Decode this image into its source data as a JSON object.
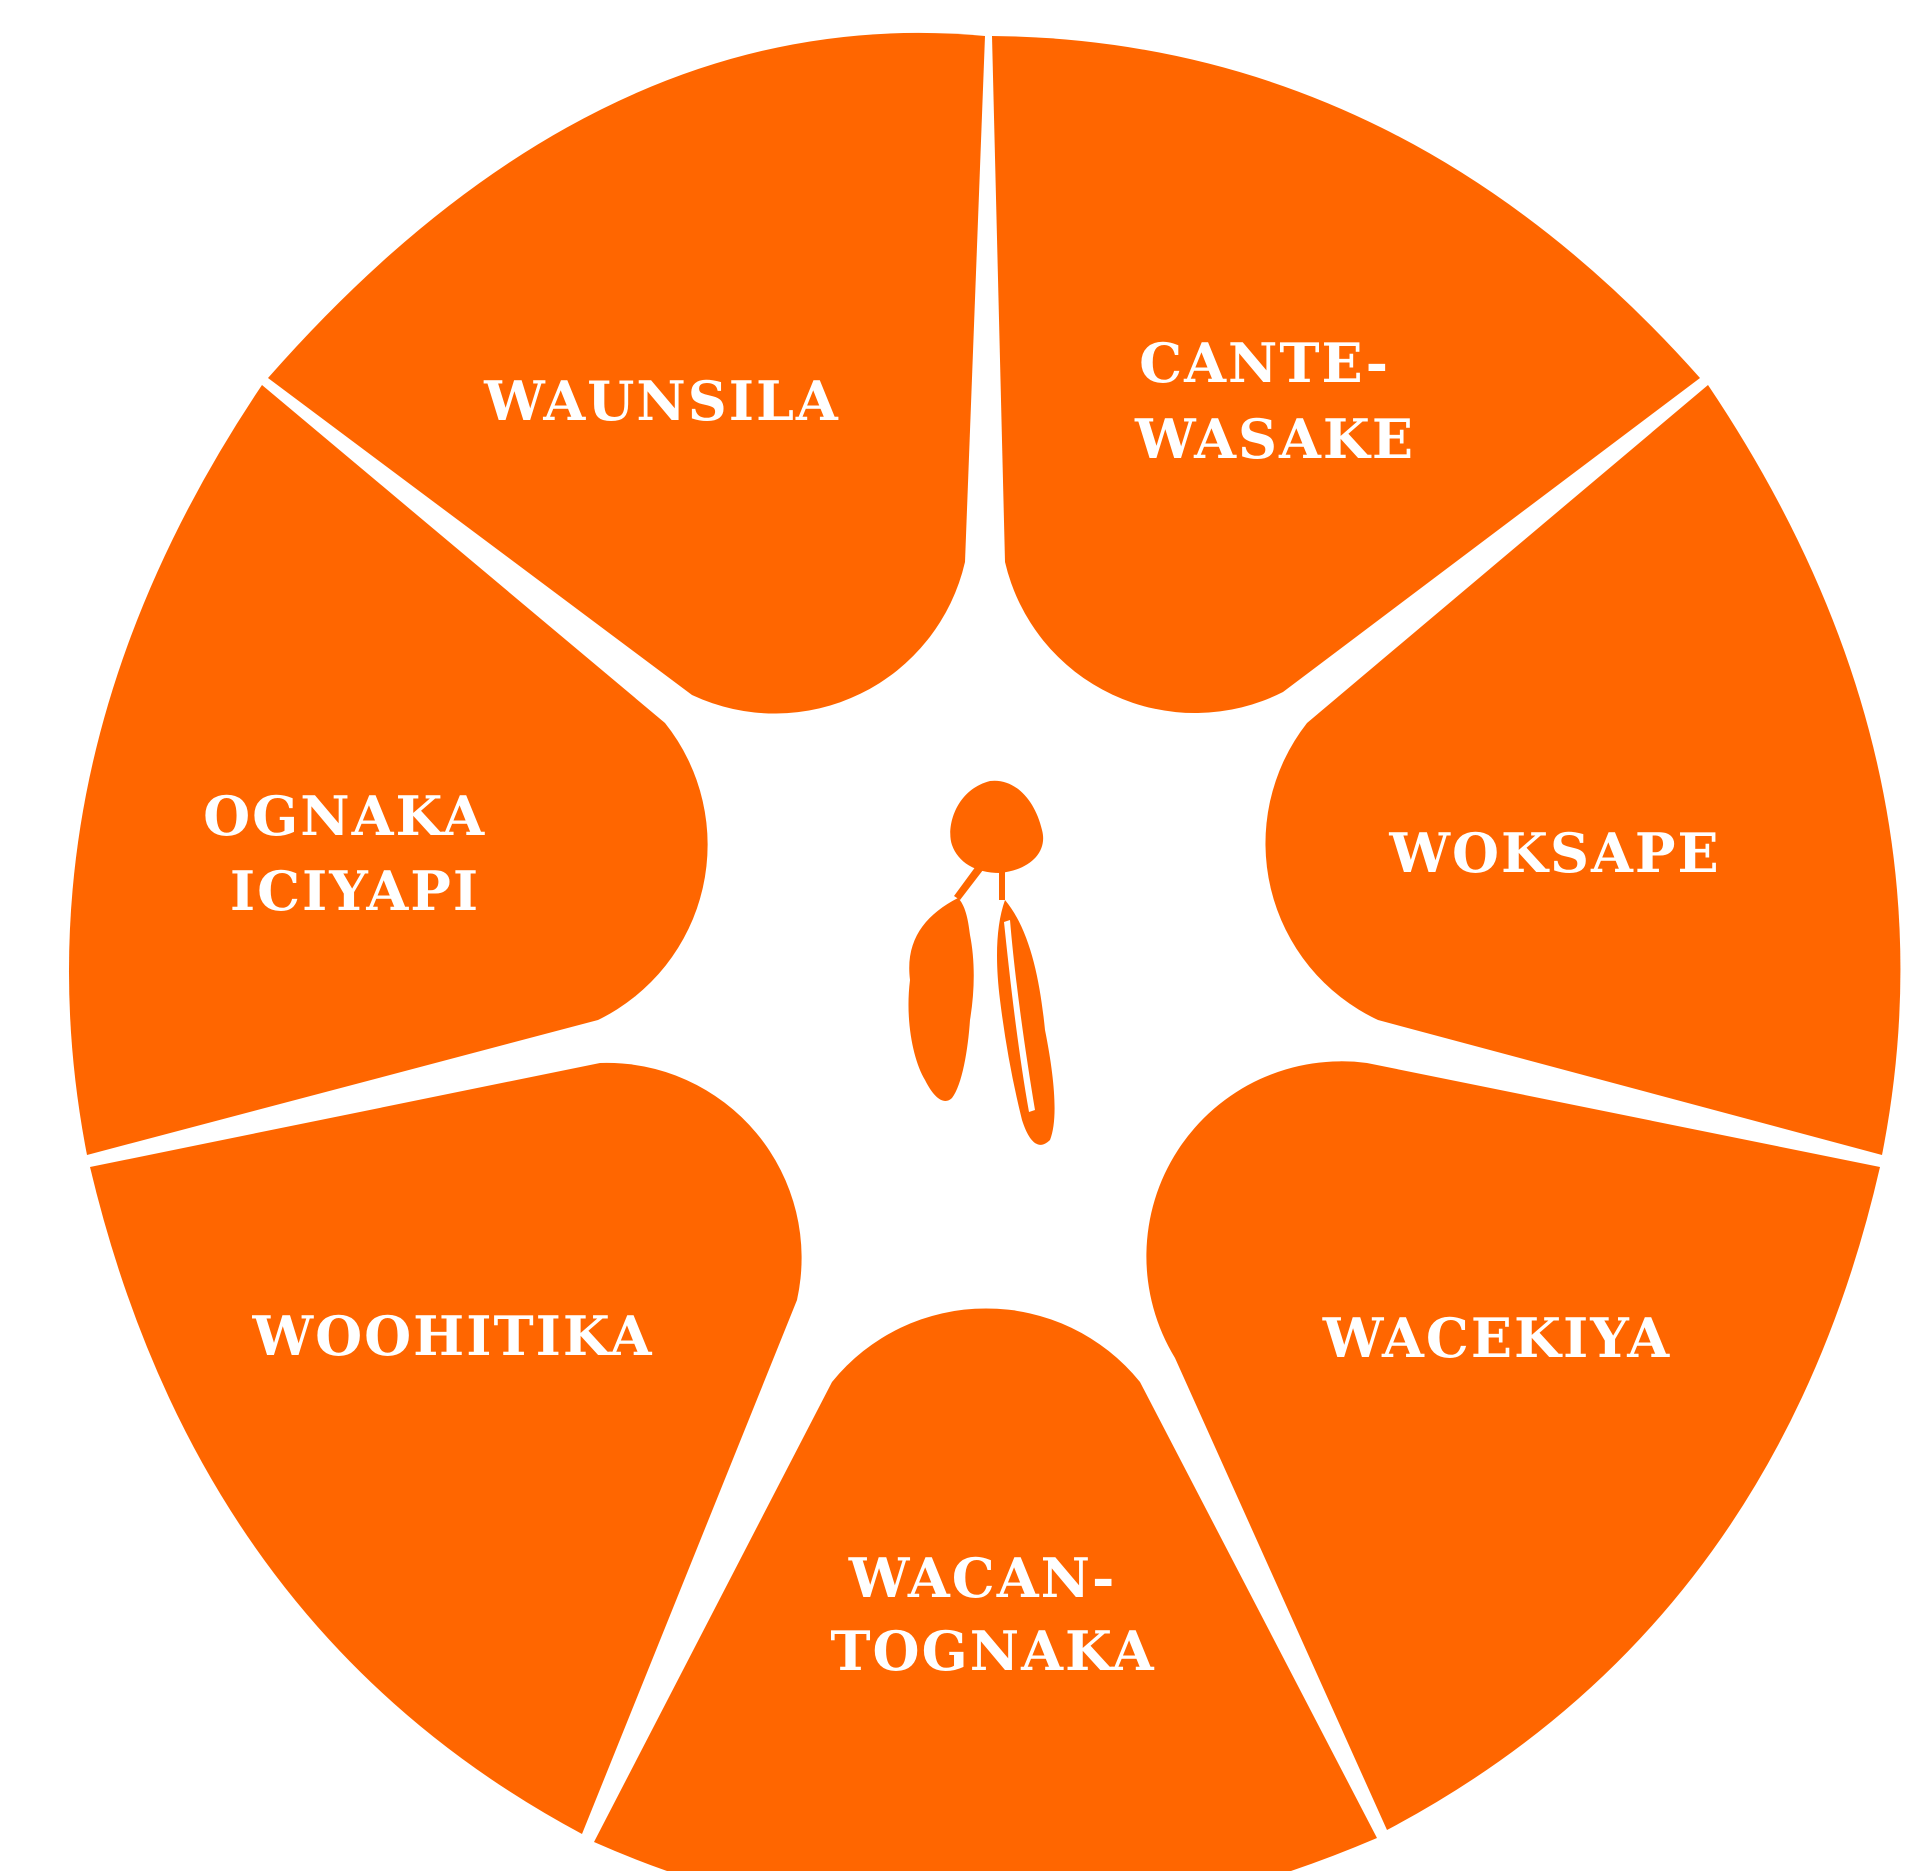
{
  "colors": {
    "segment": "#FF6600",
    "background": "#FFFFFF",
    "label": "#FFFFFF"
  },
  "center_icon": "feather-icon",
  "segments": [
    {
      "line1": "WAUNSILA",
      "line2": ""
    },
    {
      "line1": "CANTE-",
      "line2": "WASAKE"
    },
    {
      "line1": "WOKSAPE",
      "line2": ""
    },
    {
      "line1": "WACEKIYA",
      "line2": ""
    },
    {
      "line1": "WACAN-",
      "line2": "TOGNAKA"
    },
    {
      "line1": "WOOHITIKA",
      "line2": ""
    },
    {
      "line1": "OGNAKA",
      "line2": "ICIYAPI"
    }
  ]
}
